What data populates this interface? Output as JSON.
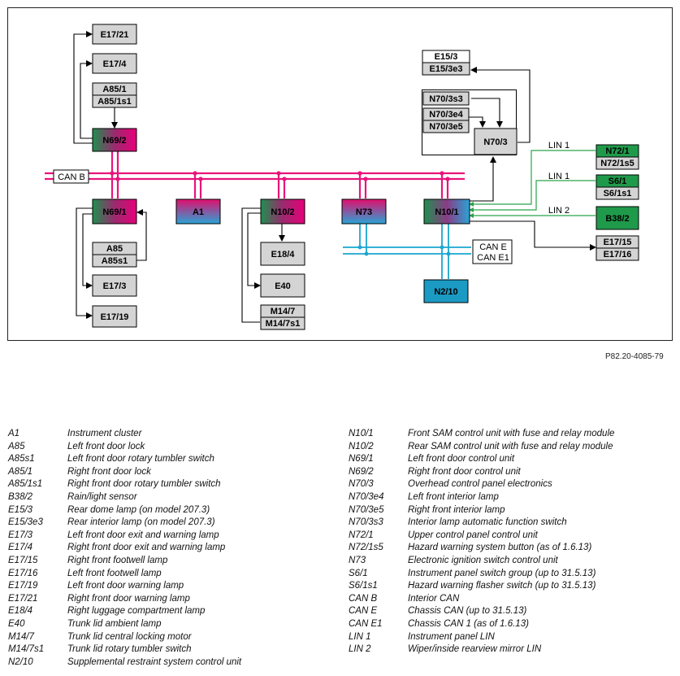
{
  "diagram": {
    "nodes": {
      "E17_21": [
        "E17/21"
      ],
      "E17_4": [
        "E17/4"
      ],
      "A85_1": [
        "A85/1",
        "A85/1s1"
      ],
      "N69_2": [
        "N69/2"
      ],
      "N69_1": [
        "N69/1"
      ],
      "A85": [
        "A85",
        "A85s1"
      ],
      "E17_3": [
        "E17/3"
      ],
      "E17_19": [
        "E17/19"
      ],
      "A1": [
        "A1"
      ],
      "N10_2": [
        "N10/2"
      ],
      "E18_4": [
        "E18/4"
      ],
      "E40": [
        "E40"
      ],
      "M14_7": [
        "M14/7",
        "M14/7s1"
      ],
      "N73": [
        "N73"
      ],
      "N10_1": [
        "N10/1"
      ],
      "N2_10": [
        "N2/10"
      ],
      "E15_3": [
        "E15/3",
        "E15/3e3"
      ],
      "N70_3s3": [
        "N70/3s3"
      ],
      "N70_3e4": [
        "N70/3e4",
        "N70/3e5"
      ],
      "N70_3": [
        "N70/3"
      ],
      "N72_1": [
        "N72/1",
        "N72/1s5"
      ],
      "S6_1": [
        "S6/1",
        "S6/1s1"
      ],
      "B38_2": [
        "B38/2"
      ],
      "E17_15": [
        "E17/15",
        "E17/16"
      ]
    },
    "bus_labels": {
      "can_b": "CAN B",
      "can_e": "CAN E",
      "can_e1": "CAN E1",
      "lin1_a": "LIN 1",
      "lin1_b": "LIN 1",
      "lin2": "LIN 2"
    }
  },
  "reference": "P82.20-4085-79",
  "legend_left": [
    {
      "code": "A1",
      "desc": "Instrument cluster"
    },
    {
      "code": "A85",
      "desc": "Left front door lock"
    },
    {
      "code": "A85s1",
      "desc": "Left front door rotary tumbler switch"
    },
    {
      "code": "A85/1",
      "desc": "Right front door lock"
    },
    {
      "code": "A85/1s1",
      "desc": "Right front door rotary tumbler switch"
    },
    {
      "code": "B38/2",
      "desc": "Rain/light sensor"
    },
    {
      "code": "E15/3",
      "desc": "Rear dome lamp (on model 207.3)"
    },
    {
      "code": "E15/3e3",
      "desc": "Rear interior lamp (on model 207.3)"
    },
    {
      "code": "E17/3",
      "desc": "Left front door exit and warning lamp"
    },
    {
      "code": "E17/4",
      "desc": "Right front door exit and warning lamp"
    },
    {
      "code": "E17/15",
      "desc": "Right front footwell lamp"
    },
    {
      "code": "E17/16",
      "desc": "Left front footwell lamp"
    },
    {
      "code": "E17/19",
      "desc": "Left front door warning lamp"
    },
    {
      "code": "E17/21",
      "desc": "Right front door warning lamp"
    },
    {
      "code": "E18/4",
      "desc": "Right luggage compartment lamp"
    },
    {
      "code": "E40",
      "desc": "Trunk lid ambient lamp"
    },
    {
      "code": "M14/7",
      "desc": "Trunk lid central locking motor"
    },
    {
      "code": "M14/7s1",
      "desc": "Trunk lid rotary tumbler switch"
    },
    {
      "code": "N2/10",
      "desc": "Supplemental restraint system control unit"
    }
  ],
  "legend_right": [
    {
      "code": "N10/1",
      "desc": "Front SAM control unit with fuse and relay module"
    },
    {
      "code": "N10/2",
      "desc": "Rear SAM control unit with fuse and relay module"
    },
    {
      "code": "N69/1",
      "desc": "Left front door control unit"
    },
    {
      "code": "N69/2",
      "desc": "Right front door control unit"
    },
    {
      "code": "N70/3",
      "desc": "Overhead control panel electronics"
    },
    {
      "code": "N70/3e4",
      "desc": "Left front interior lamp"
    },
    {
      "code": "N70/3e5",
      "desc": "Right front interior lamp"
    },
    {
      "code": "N70/3s3",
      "desc": "Interior lamp automatic function switch"
    },
    {
      "code": "N72/1",
      "desc": "Upper control panel control unit"
    },
    {
      "code": "N72/1s5",
      "desc": "Hazard warning system button (as of 1.6.13)"
    },
    {
      "code": "N73",
      "desc": "Electronic ignition switch control unit"
    },
    {
      "code": "S6/1",
      "desc": "Instrument panel switch group (up to 31.5.13)"
    },
    {
      "code": "S6/1s1",
      "desc": "Hazard warning flasher switch (up to 31.5.13)"
    },
    {
      "code": "CAN B",
      "desc": "Interior CAN"
    },
    {
      "code": "CAN E",
      "desc": "Chassis CAN (up to 31.5.13)"
    },
    {
      "code": "CAN E1",
      "desc": "Chassis CAN 1 (as of 1.6.13)"
    },
    {
      "code": "LIN 1",
      "desc": "Instrument panel LIN"
    },
    {
      "code": "LIN 2",
      "desc": "Wiper/inside rearview mirror LIN"
    }
  ]
}
